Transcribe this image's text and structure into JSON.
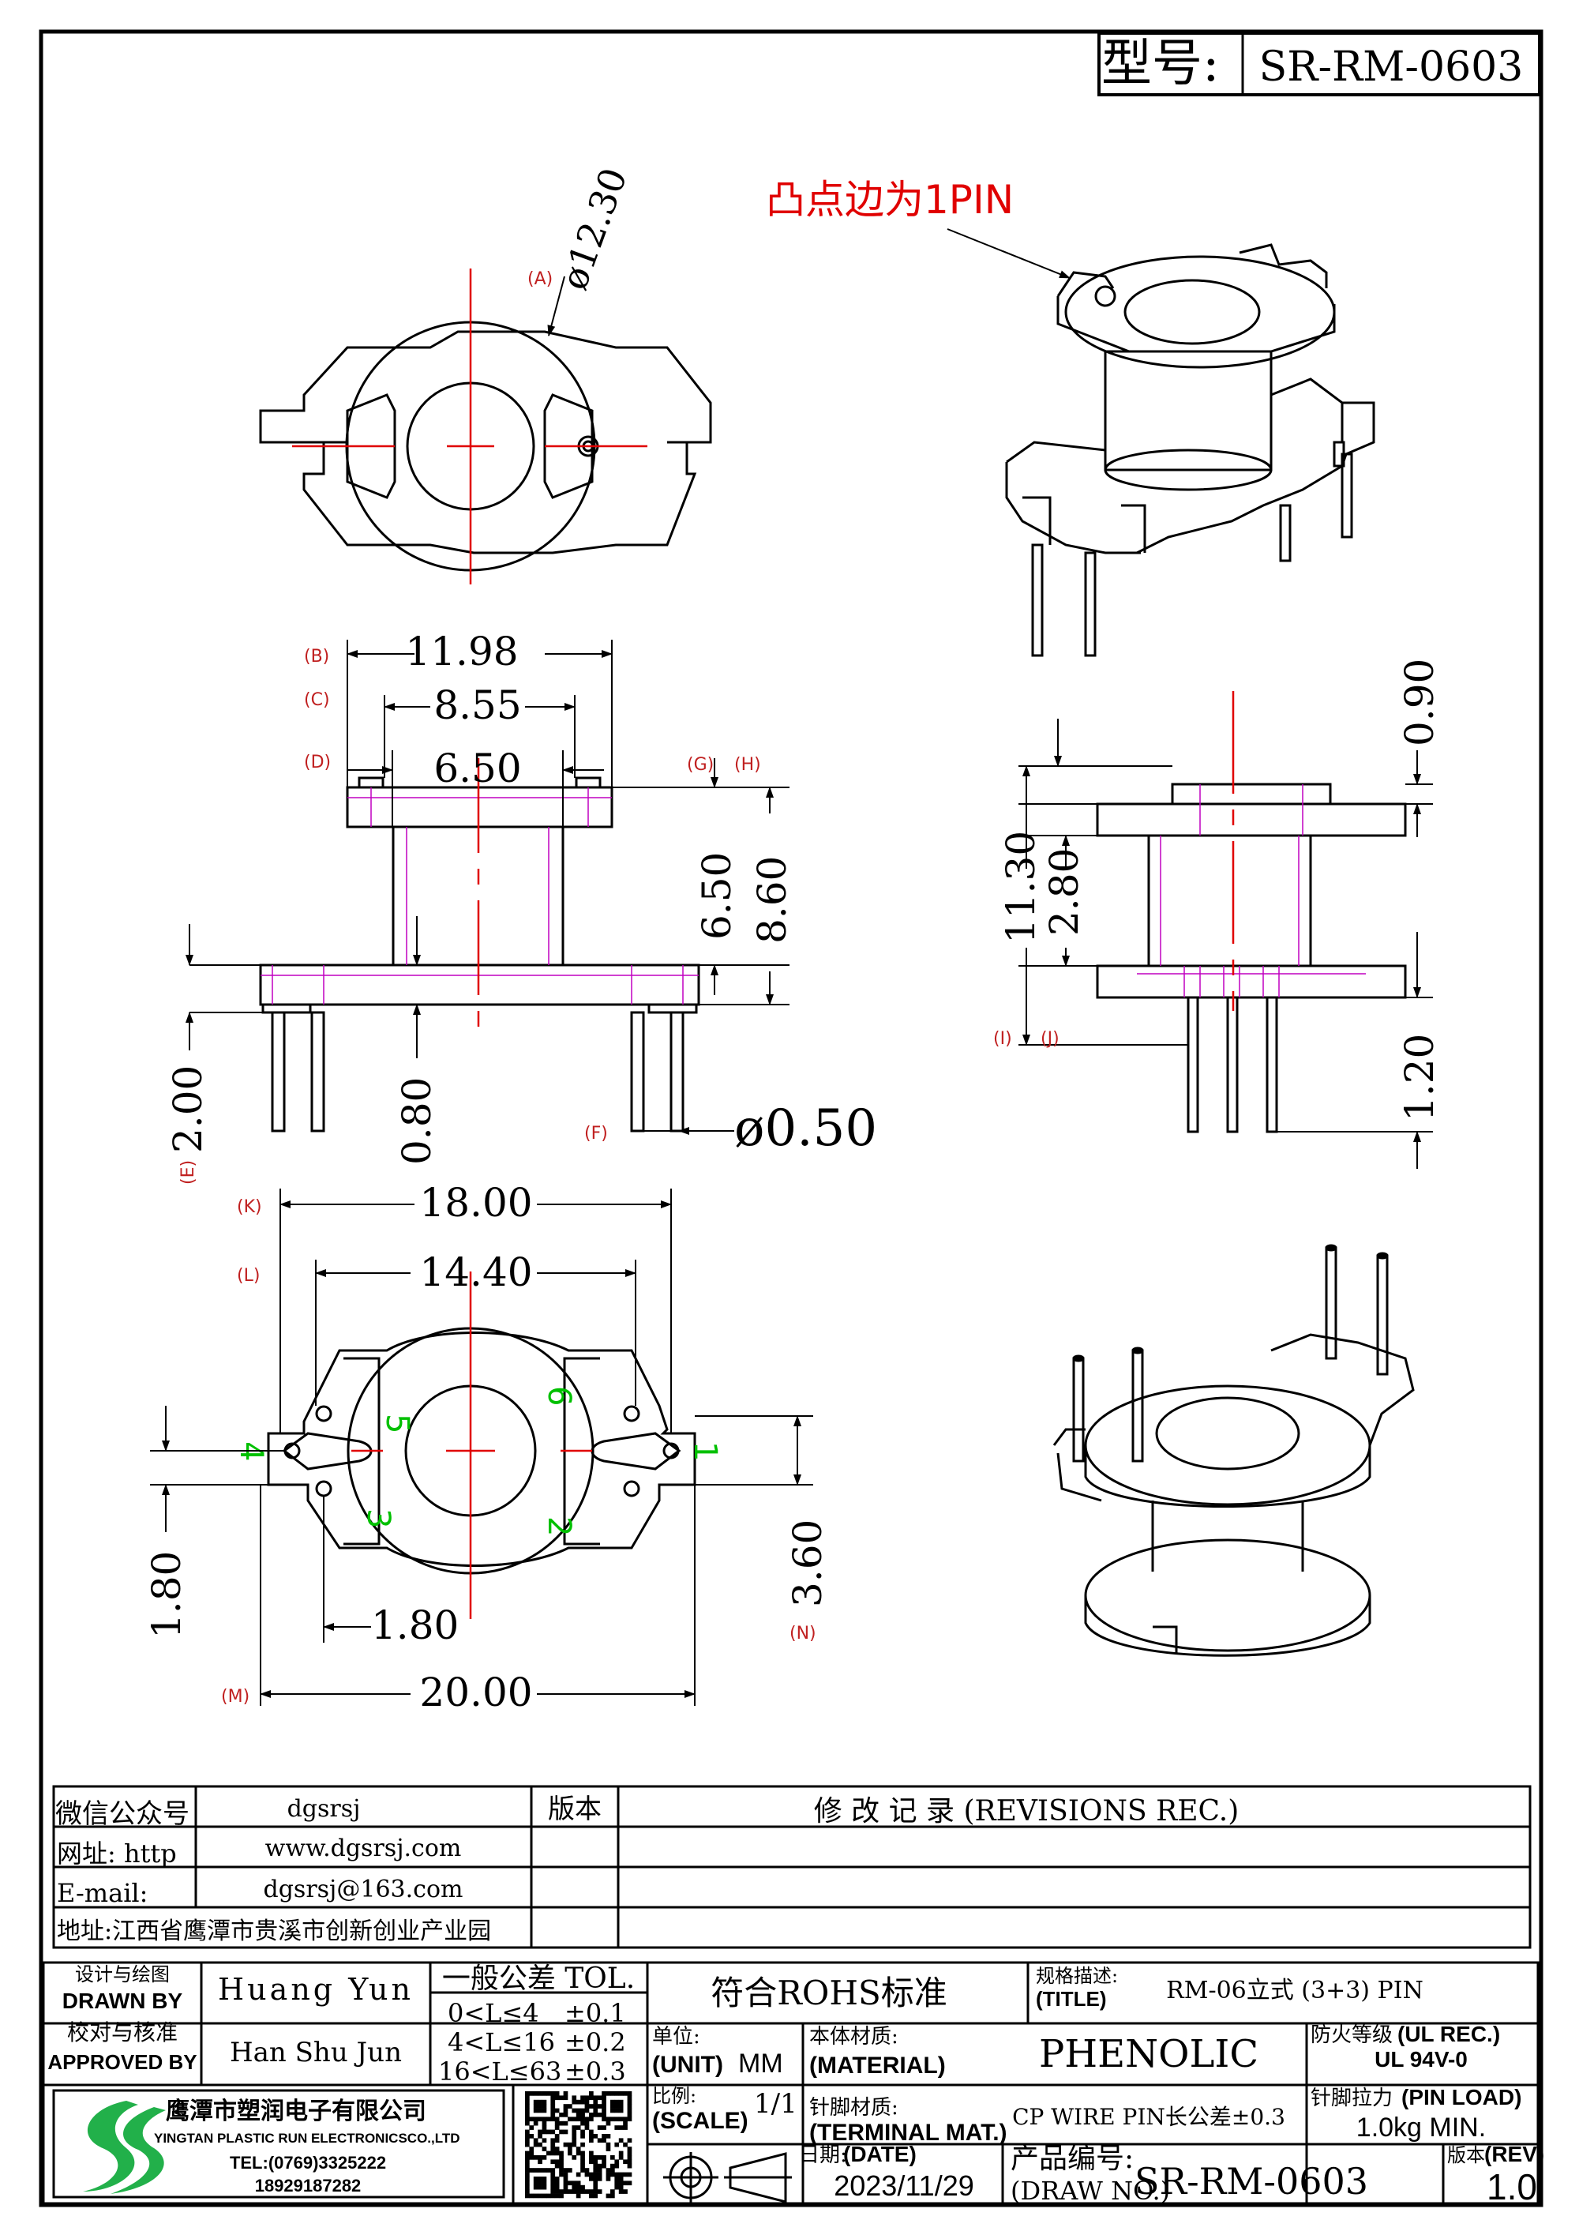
{
  "header": {
    "model_label": "型号:",
    "model_value": "SR-RM-0603"
  },
  "callout": "凸点边为1PIN",
  "dims": {
    "d1": "ø12.30",
    "d2": "11.98",
    "d3": "8.55",
    "d4": "6.50",
    "d5": "6.50",
    "d6": "8.60",
    "d7": "2.00",
    "d8": "0.80",
    "d9": "ø0.50",
    "d10": "0.90",
    "d11": "11.30",
    "d12": "2.80",
    "d13": "1.20",
    "d14": "18.00",
    "d15": "14.40",
    "d16": "1.80",
    "d17": "1.80",
    "d18": "3.60",
    "d19": "20.00"
  },
  "ref_labels": {
    "A": "(A)",
    "B": "(B)",
    "C": "(C)",
    "D": "(D)",
    "E": "(E)",
    "F": "(F)",
    "G": "(G)",
    "H": "(H)",
    "I": "(I)",
    "J": "(J)",
    "K": "(K)",
    "L": "(L)",
    "M": "(M)",
    "N": "(N)"
  },
  "pins": {
    "p1": "1",
    "p2": "2",
    "p3": "3",
    "p4": "4",
    "p5": "5",
    "p6": "6"
  },
  "info": {
    "wechat_label": "微信公众号",
    "wechat_value": "dgsrsj",
    "web_label": "网址: http",
    "web_value": "www.dgsrsj.com",
    "email_label": "E-mail:",
    "email_value": "dgsrsj@163.com",
    "addr_label": "地址:江西省鹰潭市贵溪市创新创业产业园",
    "version_label": "版本",
    "revisions_label": "修 改 记 录 (REVISIONS REC.)"
  },
  "title_block": {
    "drawn_by_cn": "设计与绘图",
    "drawn_by_en": "DRAWN BY",
    "drawn_by_value": "Huang Yun",
    "approved_cn": "校对与核准",
    "approved_en": "APPROVED BY",
    "approved_value": "Han Shu Jun",
    "tol_title": "一般公差 TOL.",
    "tol1_range": "0<L≤4",
    "tol1_value": "±0.1",
    "tol2_range": "4<L≤16",
    "tol2_value": "±0.2",
    "tol3_range": "16<L≤63",
    "tol3_value": "±0.3",
    "rohs": "符合ROHS标准",
    "title_cn": "规格描述:",
    "title_en": "(TITLE)",
    "title_value": "RM-06立式 (3+3) PIN",
    "unit_cn": "单位:",
    "unit_en": "(UNIT)",
    "unit_value": "MM",
    "material_cn": "本体材质:",
    "material_en": "(MATERIAL)",
    "material_value": "PHENOLIC",
    "ul_cn": "防火等级",
    "ul_en": "(UL REC.)",
    "ul_value": "UL 94V-0",
    "scale_cn": "比例:",
    "scale_en": "(SCALE)",
    "scale_value": "1/1",
    "terminal_cn": "针脚材质:",
    "terminal_en": "(TERMINAL MAT.)",
    "terminal_value": "CP WIRE  PIN长公差±0.3",
    "pinload_cn": "针脚拉力",
    "pinload_en": "(PIN LOAD)",
    "pinload_value": "1.0kg MIN.",
    "date_cn": "日期:",
    "date_en": "(DATE)",
    "date_value": "2023/11/29",
    "drawno_cn": "产品编号:",
    "drawno_en": "(DRAW NO.)",
    "drawno_value": "SR-RM-0603",
    "rev_cn": "版本",
    "rev_en": "(REV)",
    "rev_value": "1.0"
  },
  "company": {
    "name_cn": "鹰潭市塑润电子有限公司",
    "name_en": "YINGTAN PLASTIC RUN ELECTRONICSCO.,LTD",
    "tel": "TEL:(0769)3325222",
    "mobile": "18929187282"
  },
  "colors": {
    "red": "#e00000",
    "green": "#00c000",
    "magenta": "#c000c0",
    "logo_green": "#22b04a"
  }
}
